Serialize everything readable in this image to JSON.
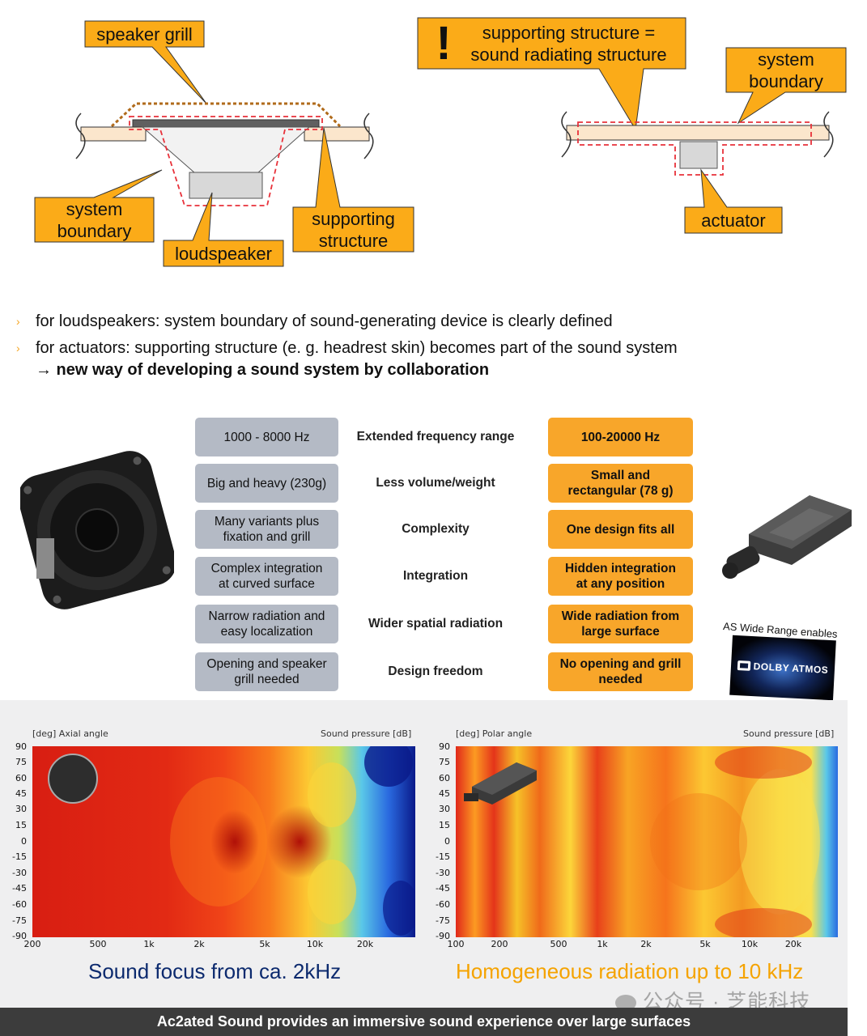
{
  "diagram_left": {
    "speaker_grill": "speaker grill",
    "system_boundary": "system\nboundary",
    "loudspeaker": "loudspeaker",
    "supporting_structure": "supporting\nstructure"
  },
  "diagram_right": {
    "warning_mark": "!",
    "supporting_equals": "supporting structure =\nsound radiating structure",
    "system_boundary": "system\nboundary",
    "actuator": "actuator"
  },
  "bullets": [
    "for loudspeakers: system boundary of sound-generating device is clearly defined",
    "for actuators: supporting structure (e. g. headrest skin) becomes part of the sound system"
  ],
  "bullet_sub": "→ new way of developing a sound system by collaboration",
  "comparison": [
    {
      "left": "1000 - 8000 Hz",
      "mid": "Extended frequency range",
      "right": "100-20000 Hz"
    },
    {
      "left": "Big and heavy (230g)",
      "mid": "Less volume/weight",
      "right": "Small and\nrectangular (78 g)"
    },
    {
      "left": "Many variants plus\nfixation and grill",
      "mid": "Complexity",
      "right": "One design fits all"
    },
    {
      "left": "Complex integration\nat curved surface",
      "mid": "Integration",
      "right": "Hidden integration\nat any position"
    },
    {
      "left": "Narrow radiation and\neasy localization",
      "mid": "Wider spatial radiation",
      "right": "Wide radiation from\nlarge surface"
    },
    {
      "left": "Opening and speaker\ngrill needed",
      "mid": "Design freedom",
      "right": "No opening and grill\nneeded"
    }
  ],
  "dolby": {
    "enables": "AS Wide Range enables",
    "logo_text": "DOLBY ATMOS"
  },
  "plot_left": {
    "ylabel": "[deg]  Axial angle",
    "zlabel": "Sound pressure  [dB]",
    "yticks": [
      "90",
      "75",
      "60",
      "45",
      "30",
      "15",
      "0",
      "-15",
      "-30",
      "-45",
      "-60",
      "-75",
      "-90"
    ],
    "xticks": [
      "200",
      "500",
      "1k",
      "2k",
      "5k",
      "10k",
      "20k"
    ],
    "caption": "Sound focus from ca. 2kHz"
  },
  "plot_right": {
    "ylabel": "[deg]  Polar angle",
    "zlabel": "Sound pressure  [dB]",
    "yticks": [
      "90",
      "75",
      "60",
      "45",
      "30",
      "15",
      "0",
      "-15",
      "-30",
      "-45",
      "-60",
      "-75",
      "-90"
    ],
    "xticks": [
      "100",
      "200",
      "500",
      "1k",
      "2k",
      "5k",
      "10k",
      "20k"
    ],
    "caption": "Homogeneous radiation up to 10 kHz"
  },
  "footer": "Ac2ated Sound provides an immersive sound experience over large surfaces",
  "watermark": "公众号 · 芝能科技",
  "colors": {
    "callout": "#fbab18",
    "accent_blue": "#0c2a6e",
    "accent_orange": "#f5a300",
    "boundary_red": "#e8313a"
  }
}
